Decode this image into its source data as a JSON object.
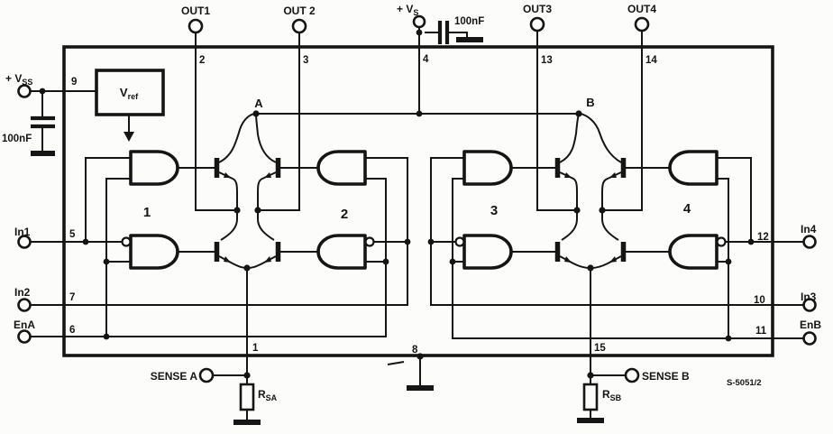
{
  "ic": {
    "part_ref": "S-5051/2",
    "vref": {
      "base": "V",
      "sub": "ref"
    },
    "bridge_labels": {
      "a": "A",
      "b": "B"
    },
    "gate_numbers": {
      "g1": "1",
      "g2": "2",
      "g3": "3",
      "g4": "4"
    }
  },
  "pins": {
    "out1": {
      "label": "OUT1",
      "number": "2"
    },
    "out2": {
      "label": "OUT 2",
      "number": "3"
    },
    "vs": {
      "label_base": "+ V",
      "label_sub": "S",
      "number": "4"
    },
    "out3": {
      "label": "OUT3",
      "number": "13"
    },
    "out4": {
      "label": "OUT4",
      "number": "14"
    },
    "vss": {
      "label_base": "+ V",
      "label_sub": "SS",
      "number": "9"
    },
    "in1": {
      "label": "In1",
      "number": "5"
    },
    "in2": {
      "label": "In2",
      "number": "7"
    },
    "ena": {
      "label": "EnA",
      "number": "6"
    },
    "in4": {
      "label": "In4",
      "number": "12"
    },
    "in3": {
      "label": "In3",
      "number": "10"
    },
    "enb": {
      "label": "EnB",
      "number": "11"
    },
    "sense_a": {
      "label": "SENSE A",
      "number": "1"
    },
    "gnd": {
      "number": "8"
    },
    "sense_b": {
      "label": "SENSE B",
      "number": "15"
    }
  },
  "components": {
    "cap_top_value": "100nF",
    "cap_left_value": "100nF",
    "rsa": {
      "base": "R",
      "sub": "SA"
    },
    "rsb": {
      "base": "R",
      "sub": "SB"
    }
  }
}
